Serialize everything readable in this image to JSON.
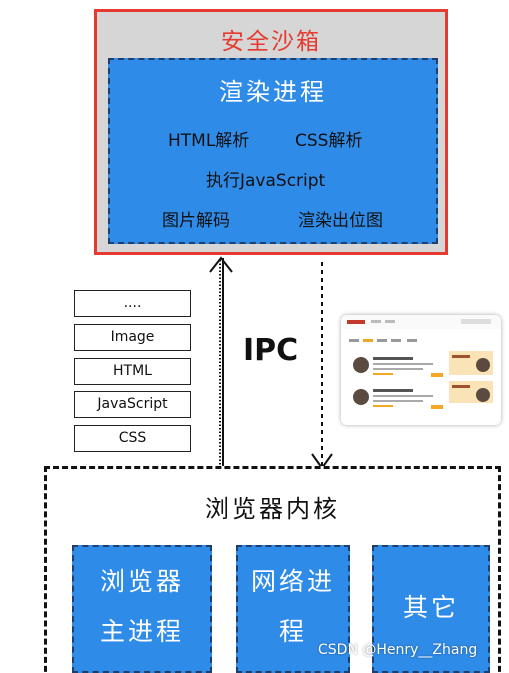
{
  "sandbox": {
    "title": "安全沙箱"
  },
  "render_process": {
    "title": "渲染进程",
    "tasks": [
      "HTML解析",
      "CSS解析",
      "执行JavaScript",
      "图片解码",
      "渲染出位图"
    ]
  },
  "ipc_label": "IPC",
  "message_stack": [
    "....",
    "Image",
    "HTML",
    "JavaScript",
    "CSS"
  ],
  "kernel": {
    "title": "浏览器内核",
    "processes": [
      {
        "line1": "浏览器",
        "line2": "主进程"
      },
      {
        "line1": "网络进",
        "line2": "程"
      },
      {
        "line1": "其它",
        "line2": ""
      }
    ]
  },
  "watermark": "CSDN @Henry__Zhang",
  "colors": {
    "sandbox_border": "#e53a2f",
    "sandbox_fill": "#d6d6d6",
    "process_fill": "#2f8be8",
    "accent_orange": "#f5a623"
  }
}
